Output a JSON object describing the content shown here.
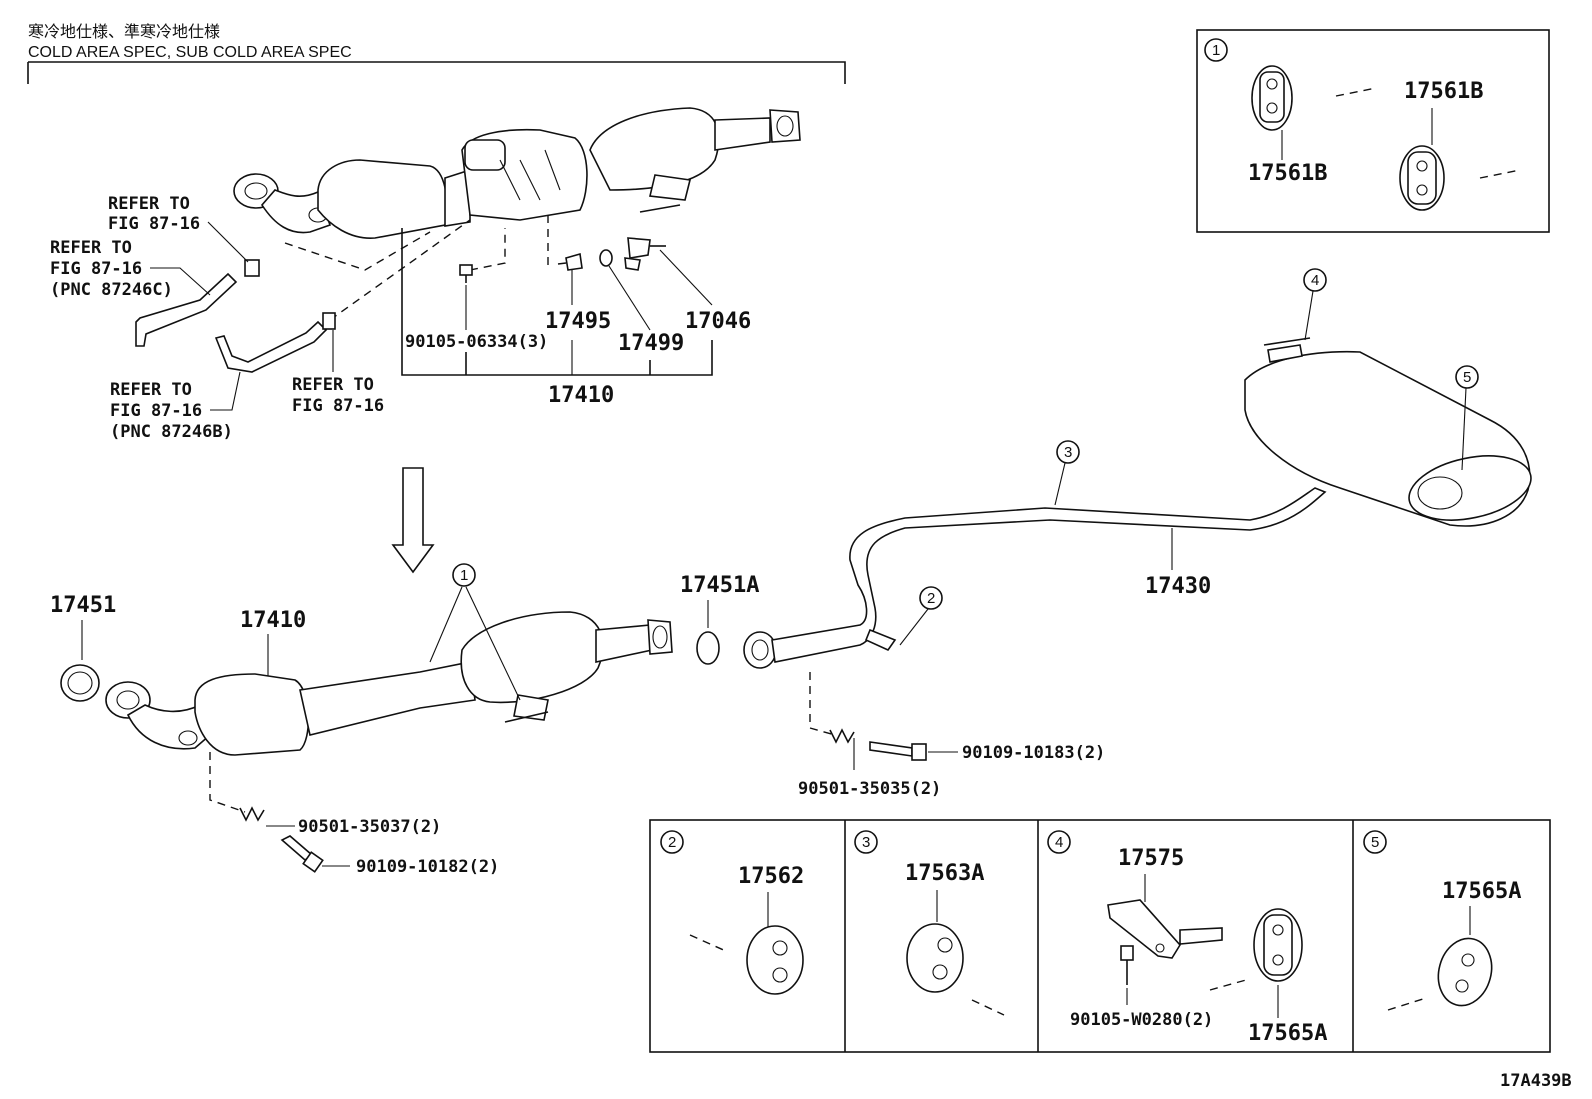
{
  "header": {
    "jp": "寒冷地仕様、準寒冷地仕様",
    "en": "COLD AREA SPEC, SUB COLD AREA SPEC"
  },
  "refs": {
    "r1a": "REFER TO",
    "r1b": "FIG 87-16",
    "r2a": "REFER TO",
    "r2b": "FIG 87-16",
    "r2c": "(PNC 87246C)",
    "r3a": "REFER TO",
    "r3b": "FIG 87-16",
    "r3c": "(PNC 87246B)",
    "r4a": "REFER TO",
    "r4b": "FIG 87-16"
  },
  "parts": {
    "p90105_06334": "90105-06334(3)",
    "p17495": "17495",
    "p17499": "17499",
    "p17046": "17046",
    "p17410_top": "17410",
    "p17451": "17451",
    "p17410": "17410",
    "p17451A": "17451A",
    "p17430": "17430",
    "p90109_10183": "90109-10183(2)",
    "p90501_35035": "90501-35035(2)",
    "p90501_35037": "90501-35037(2)",
    "p90109_10182": "90109-10182(2)",
    "p17561B_a": "17561B",
    "p17561B_b": "17561B",
    "p17562": "17562",
    "p17563A": "17563A",
    "p17575": "17575",
    "p90105_W0280": "90105-W0280(2)",
    "p17565A_a": "17565A",
    "p17565A_b": "17565A"
  },
  "callouts": {
    "c1": "1",
    "c2": "2",
    "c3": "3",
    "c4": "4",
    "c5": "5"
  },
  "diagram_id": "17A439B"
}
